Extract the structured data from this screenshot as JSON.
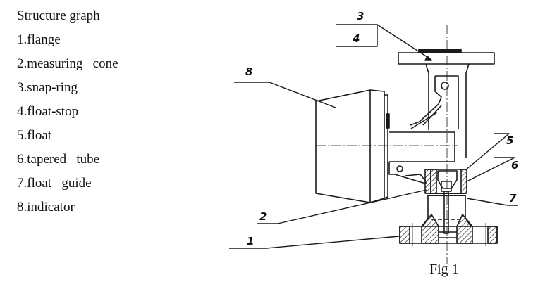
{
  "legend": {
    "title": "Structure  graph",
    "items": [
      {
        "label": "1.flange"
      },
      {
        "label": "2.measuring   cone"
      },
      {
        "label": "3.snap-ring"
      },
      {
        "label": "4.float-stop"
      },
      {
        "label": "5.float"
      },
      {
        "label": "6.tapered   tube"
      },
      {
        "label": "7.float   guide"
      },
      {
        "label": "8.indicator"
      }
    ]
  },
  "diagram": {
    "callouts": [
      "3",
      "4",
      "8",
      "5",
      "6",
      "7",
      "2",
      "1"
    ]
  },
  "caption": "Fig 1"
}
